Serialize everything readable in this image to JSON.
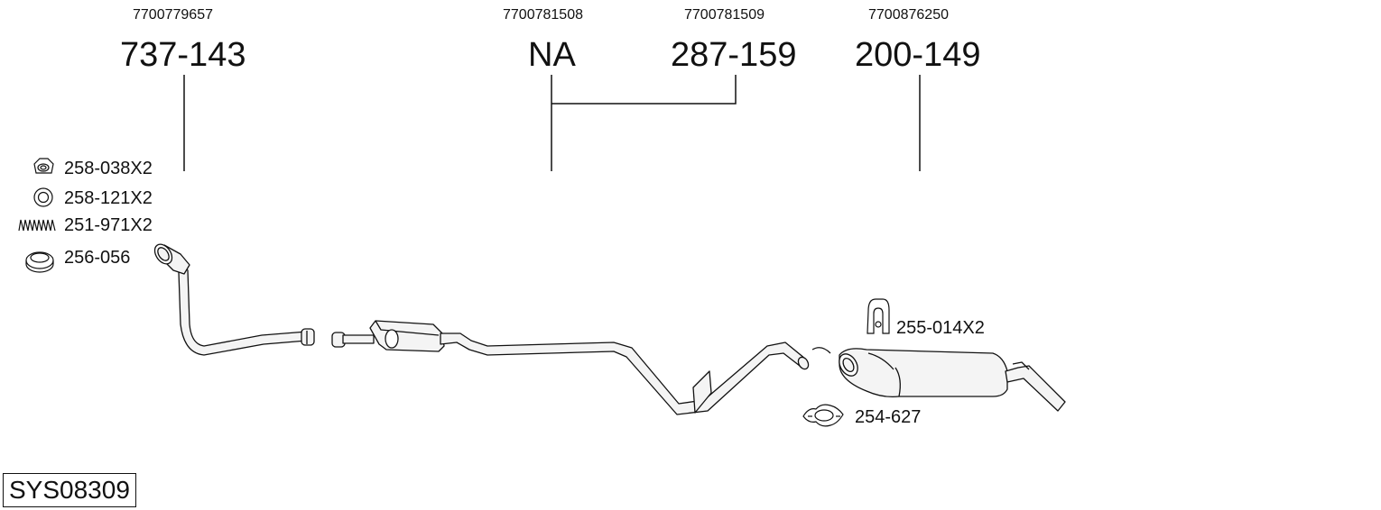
{
  "oem_numbers": [
    "7700779657",
    "7700781508",
    "7700781509",
    "7700876250"
  ],
  "part_numbers": [
    "737-143",
    "NA",
    "287-159",
    "200-149"
  ],
  "accessories": [
    {
      "label": "258-038X2",
      "icon": "hex-nut-icon"
    },
    {
      "label": "258-121X2",
      "icon": "washer-ring-icon"
    },
    {
      "label": "251-971X2",
      "icon": "spring-icon"
    },
    {
      "label": "256-056",
      "icon": "gasket-ring-icon"
    },
    {
      "label": "255-014X2",
      "icon": "rubber-hanger-icon"
    },
    {
      "label": "254-627",
      "icon": "pipe-clamp-icon"
    }
  ],
  "system_code": "SYS08309",
  "colors": {
    "line": "#111111",
    "background": "#ffffff",
    "pipe_fill": "#f4f4f4"
  }
}
